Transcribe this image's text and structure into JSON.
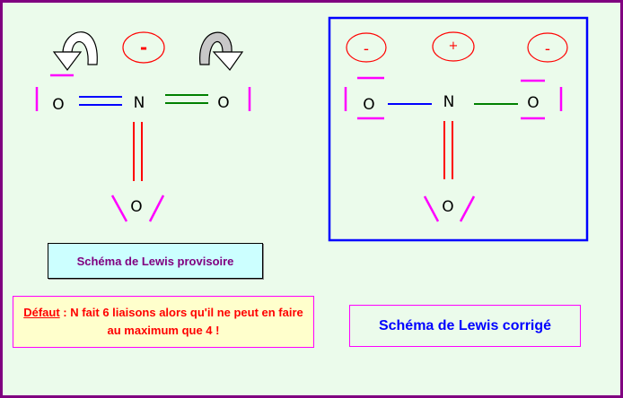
{
  "left_molecule": {
    "atom_o_left": "O",
    "atom_n": "N",
    "atom_o_right": "O",
    "atom_o_bottom": "O",
    "charge": "-"
  },
  "right_molecule": {
    "atom_o_left": "O",
    "atom_n": "N",
    "atom_o_right": "O",
    "atom_o_bottom": "O",
    "charge_left": "-",
    "charge_center": "+",
    "charge_right": "-"
  },
  "captions": {
    "provisoire": "Schéma de Lewis provisoire",
    "defaut_word": "Défaut",
    "defaut_text": " : N fait 6 liaisons alors qu'il ne peut en faire au maximum que 4 !",
    "corrige": "Schéma de Lewis corrigé"
  },
  "colors": {
    "page_bg": "#ebfbeb",
    "border": "#800080",
    "pair": "#ff00ff",
    "bond_blue": "#0000ff",
    "bond_green": "#008000",
    "bond_red": "#ff0000",
    "frame": "#0000ff"
  }
}
